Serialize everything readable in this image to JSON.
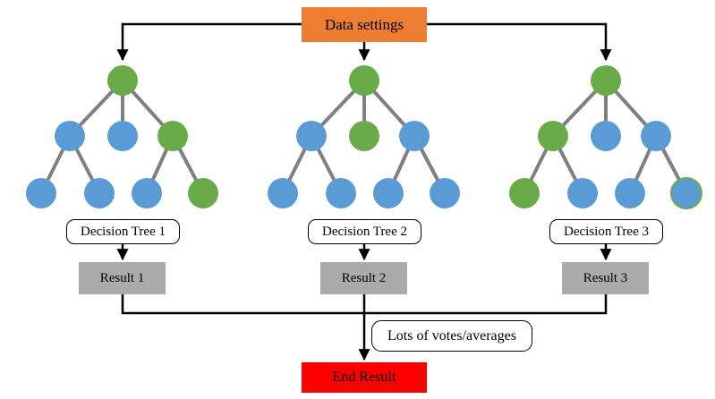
{
  "palette": {
    "orange": "#ED7D31",
    "green": "#6AAB49",
    "blue": "#5B9BD5",
    "box_gray": "#ABABAB",
    "red": "#FE0000",
    "edge_gray": "#808080",
    "connector_black": "#000000"
  },
  "header": {
    "data_settings_label": "Data settings"
  },
  "trees": [
    {
      "label": "Decision Tree 1",
      "result_label": "Result 1",
      "levels": {
        "root": "green",
        "level2": [
          "blue",
          "blue",
          "green"
        ],
        "level3": [
          "blue",
          "blue",
          "blue",
          "green"
        ]
      }
    },
    {
      "label": "Decision Tree 2",
      "result_label": "Result 2",
      "levels": {
        "root": "green",
        "level2": [
          "blue",
          "green",
          "blue"
        ],
        "level3": [
          "blue",
          "blue",
          "blue",
          "blue"
        ]
      }
    },
    {
      "label": "Decision Tree 3",
      "result_label": "Result 3",
      "levels": {
        "root": "green",
        "level2": [
          "green",
          "blue",
          "blue"
        ],
        "level3": [
          "green",
          "blue",
          "blue",
          "blue_green_ring"
        ]
      }
    }
  ],
  "footer": {
    "votes_label": "Lots of votes/averages",
    "end_result_label": "End Result"
  }
}
